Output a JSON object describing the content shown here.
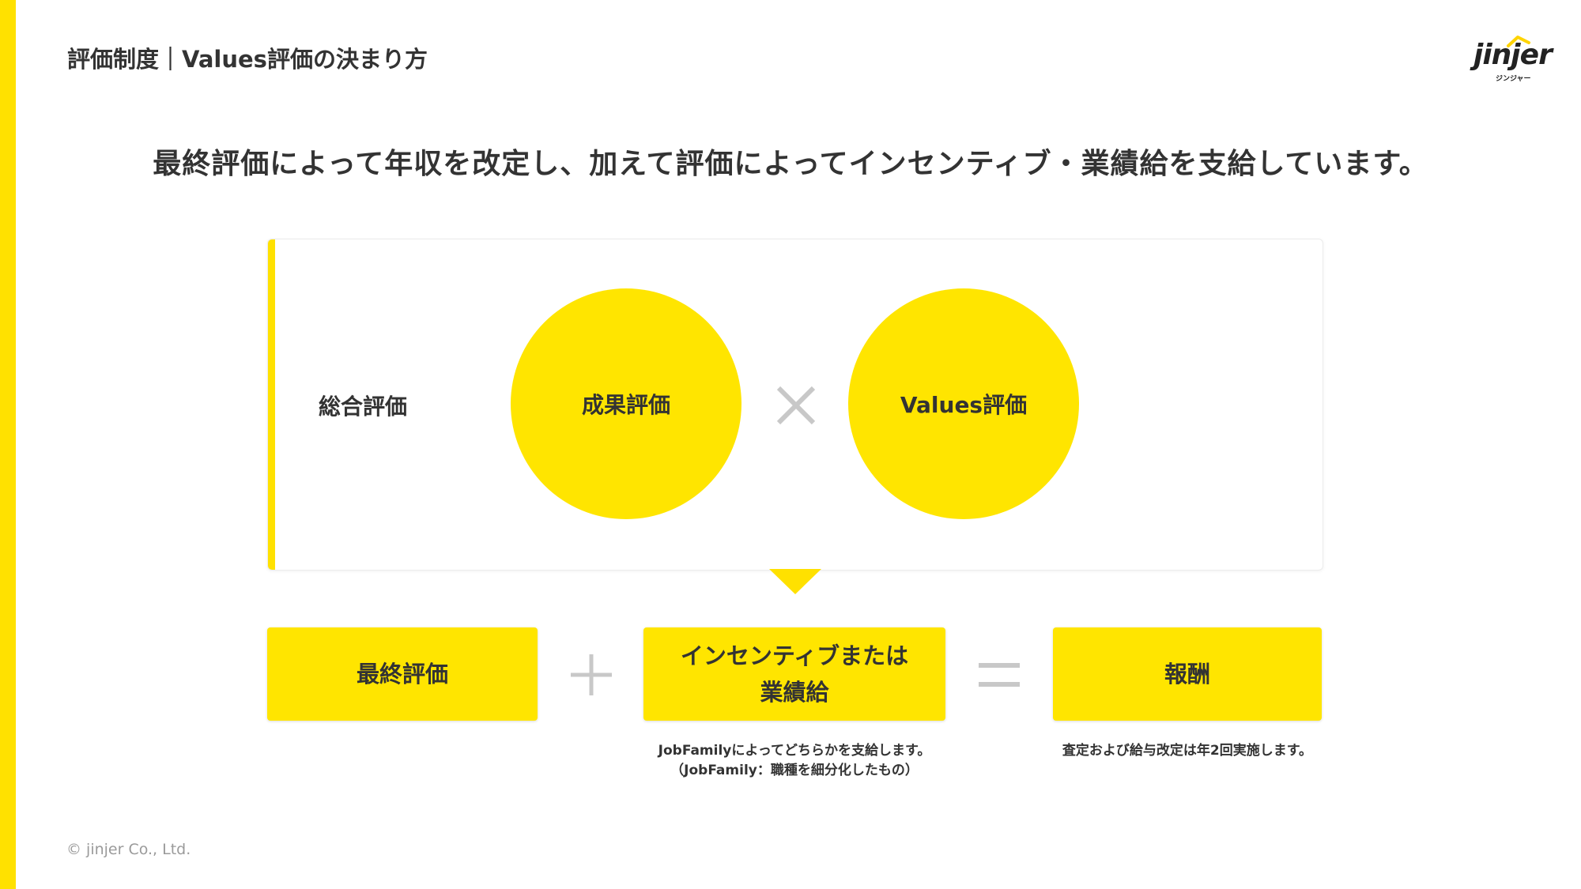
{
  "header": {
    "title": "評価制度｜Values評価の決まり方"
  },
  "logo": {
    "wordmark": "jinjer",
    "subtitle": "ジンジャー"
  },
  "headline": "最終評価によって年収を改定し、加えて評価によってインセンティブ・業績給を支給しています。",
  "panel": {
    "label": "総合評価",
    "circle_1": "成果評価",
    "operator": "×",
    "circle_2": "Values評価"
  },
  "formula": {
    "box_1": "最終評価",
    "plus": "+",
    "box_2_line_1": "インセンティブまたは",
    "box_2_line_2": "業績給",
    "equals": "=",
    "box_3": "報酬"
  },
  "notes": {
    "box_2_line_1": "JobFamilyによってどちらかを支給します。",
    "box_2_line_2": "（JobFamily：職種を細分化したもの）",
    "box_3": "査定および給与改定は年2回実施します。"
  },
  "footer": "© jinjer Co., Ltd.",
  "colors": {
    "accent": "#FFE100",
    "circle_fill": "#FFE500",
    "text": "#333333",
    "operator": "#c8c8c8"
  }
}
